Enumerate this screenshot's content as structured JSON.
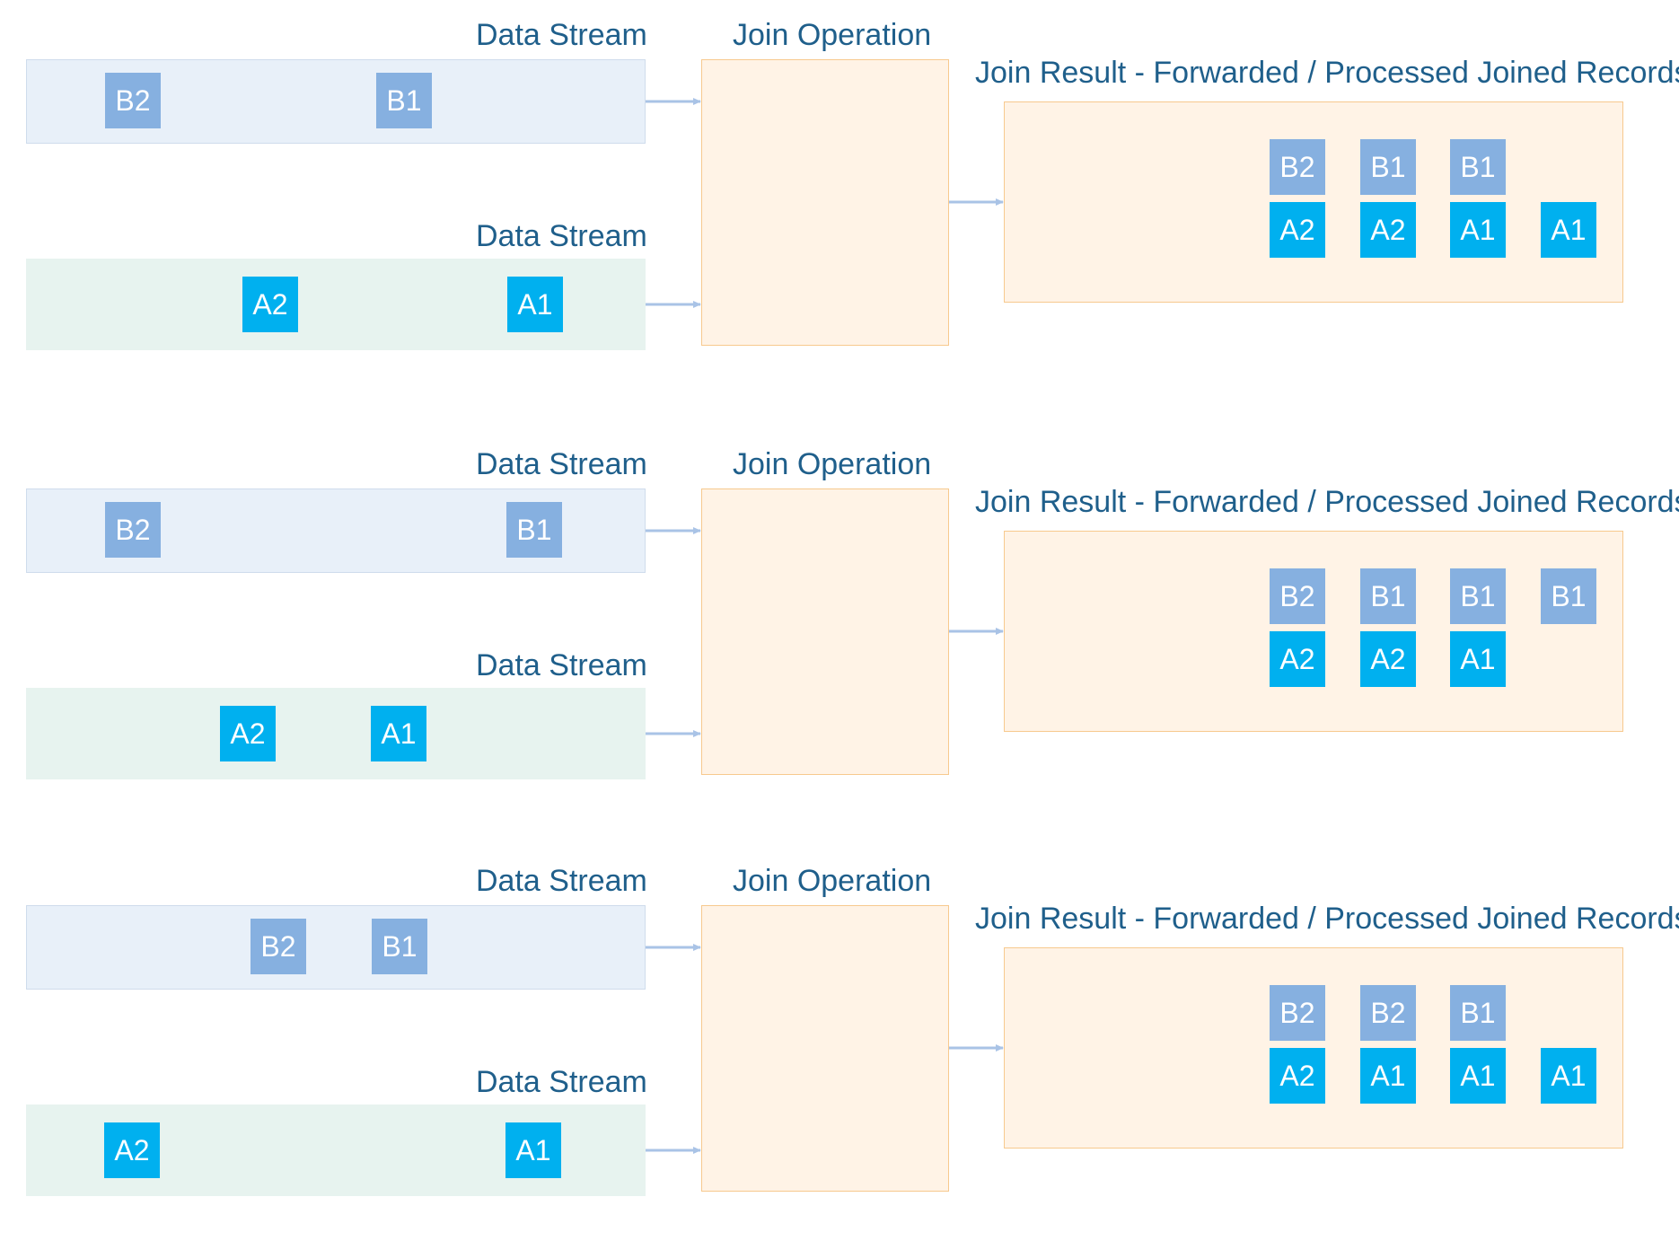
{
  "colors": {
    "stream_b_bg": "#e8f0f9",
    "stream_a_bg": "#e7f3ef",
    "join_bg": "#fff3e6",
    "join_border": "#f7c98e",
    "chip_b": "#86b0e0",
    "chip_a": "#00b0ef",
    "label_text": "#1f5f8b",
    "arrow": "#a9c3e6"
  },
  "labels": {
    "data_stream": "Data Stream",
    "join_operation": "Join Operation",
    "join_result": "Join Result - Forwarded / Processed Joined Records"
  },
  "panels": [
    {
      "stream_b": [
        "B2",
        "B1"
      ],
      "stream_a": [
        "A2",
        "A1"
      ],
      "result_top": [
        "B2",
        "B1",
        "B1"
      ],
      "result_bottom": [
        "A2",
        "A2",
        "A1",
        "A1"
      ]
    },
    {
      "stream_b": [
        "B2",
        "B1"
      ],
      "stream_a": [
        "A2",
        "A1"
      ],
      "result_top": [
        "B2",
        "B1",
        "B1",
        "B1"
      ],
      "result_bottom": [
        "A2",
        "A2",
        "A1"
      ]
    },
    {
      "stream_b": [
        "B2",
        "B1"
      ],
      "stream_a": [
        "A2",
        "A1"
      ],
      "result_top": [
        "B2",
        "B2",
        "B1"
      ],
      "result_bottom": [
        "A2",
        "A1",
        "A1",
        "A1"
      ]
    }
  ]
}
